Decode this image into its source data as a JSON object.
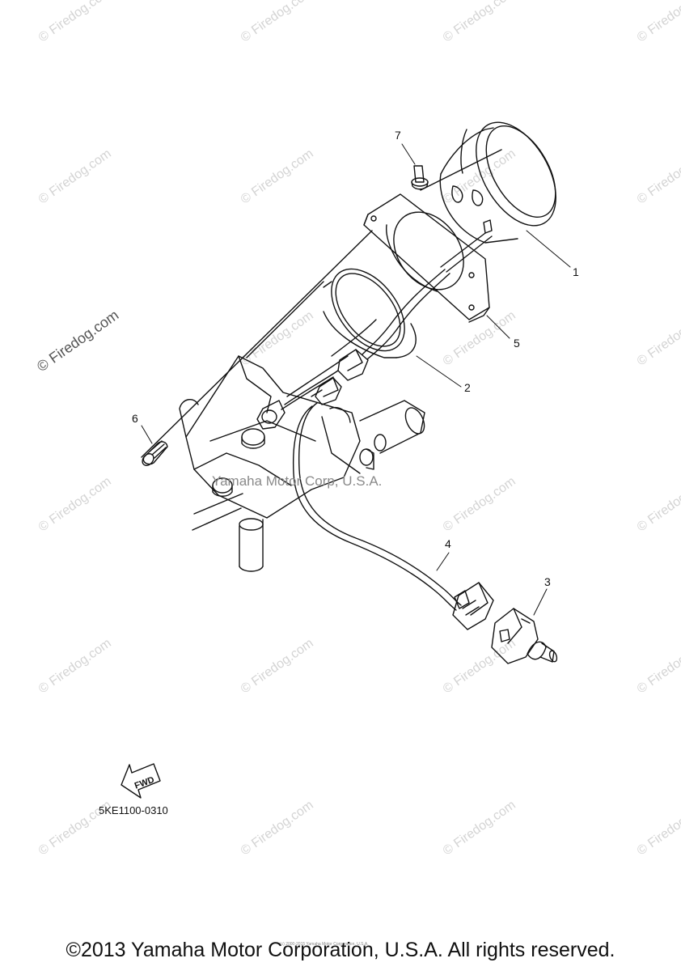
{
  "watermark": {
    "text": "© Firedog.com",
    "center_text": "Yamaha Motor Corp, U.S.A."
  },
  "callouts": [
    "1",
    "2",
    "3",
    "4",
    "5",
    "6",
    "7"
  ],
  "fwd_label": "FWD",
  "part_code": "5KE1100-0310",
  "fine_print": "(c) 2000-2015 Yamaha Motor Corporation, U.S.A.",
  "footer": {
    "copyright": "©2013 Yamaha Motor Corporation, U.S.A. All rights reserved."
  },
  "colors": {
    "line": "#111111",
    "watermark": "#d4d4d4"
  }
}
